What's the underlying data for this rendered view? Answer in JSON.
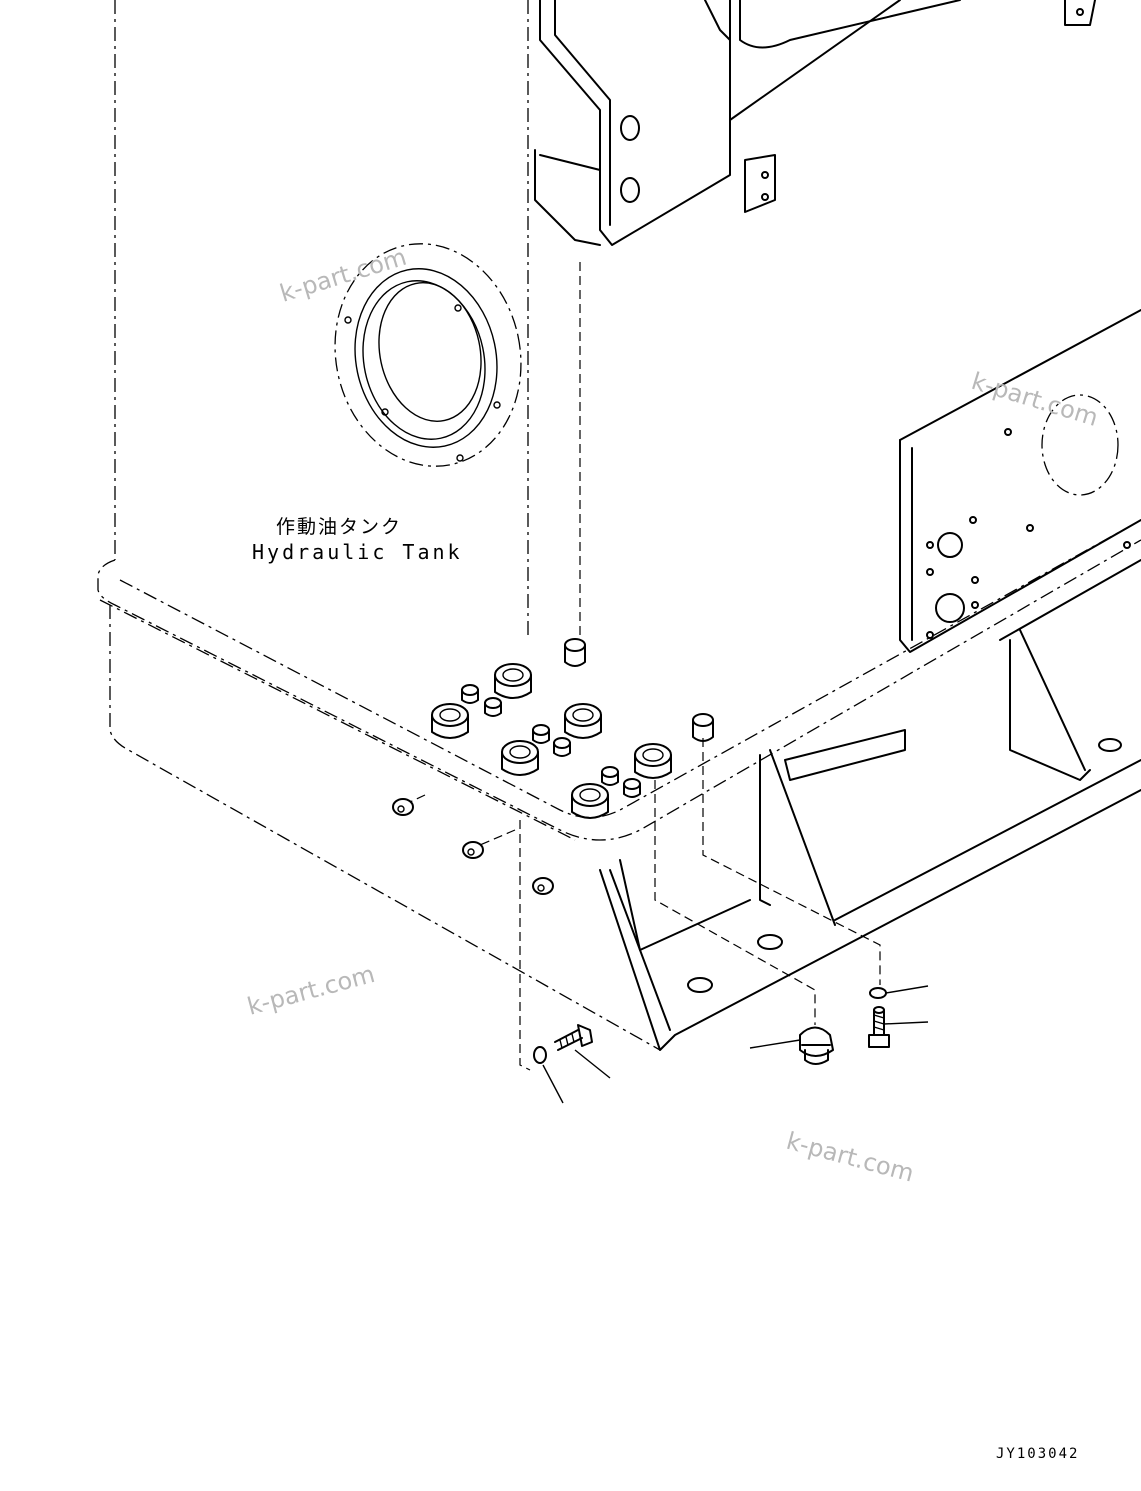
{
  "labels": {
    "tank_jp": "作動油タンク",
    "tank_en": "Hydraulic Tank",
    "drawing_id": "JY103042"
  },
  "watermarks": [
    "k-part.com",
    "k-part.com",
    "k-part.com",
    "k-part.com"
  ]
}
